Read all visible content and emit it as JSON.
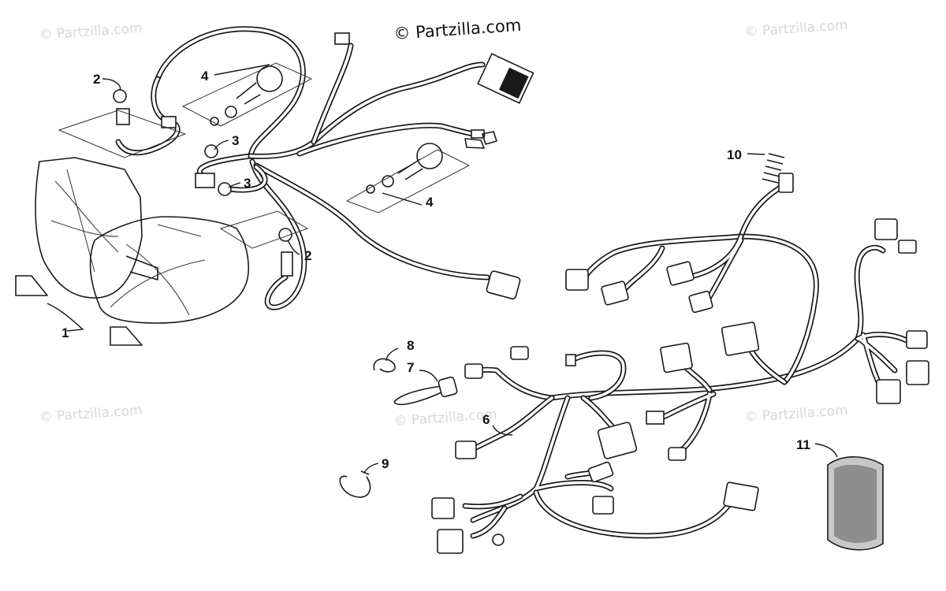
{
  "copyright": "© Partzilla.com",
  "watermarks": [
    "© Partzilla.com",
    "© Partzilla.com",
    "© Partzilla.com",
    "© Partzilla.com",
    "© Partzilla.com"
  ],
  "callouts": [
    {
      "number": "1"
    },
    {
      "number": "2"
    },
    {
      "number": "2"
    },
    {
      "number": "3"
    },
    {
      "number": "3"
    },
    {
      "number": "4"
    },
    {
      "number": "4"
    },
    {
      "number": "6"
    },
    {
      "number": "7"
    },
    {
      "number": "8"
    },
    {
      "number": "9"
    },
    {
      "number": "10"
    },
    {
      "number": "11"
    }
  ]
}
